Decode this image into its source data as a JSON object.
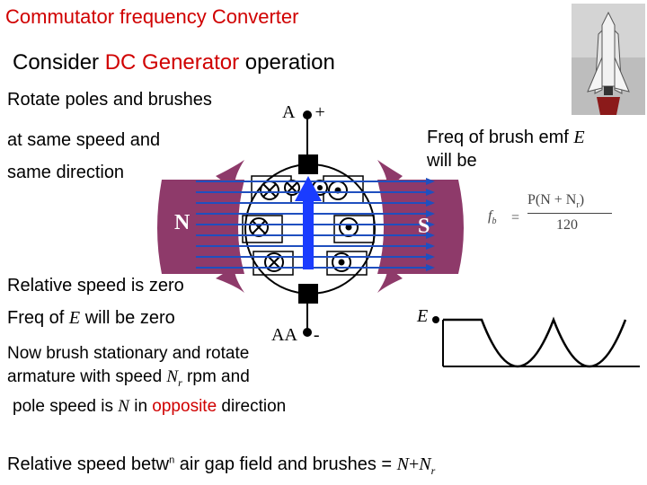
{
  "title": "Commutator frequency Converter",
  "subtitle": {
    "prefix": "Consider ",
    "highlight": "DC Generator",
    "suffix": " operation"
  },
  "left_text": {
    "line1": "Rotate poles and brushes",
    "line2": "at same speed and",
    "line3": "same direction"
  },
  "brush_labels": {
    "top_letter": "A",
    "top_sign": "+",
    "bottom_letters": "AA",
    "bottom_sign": "-"
  },
  "pole_labels": {
    "north": "N",
    "south": "S"
  },
  "freq_note": {
    "line1_prefix": "Freq of brush emf ",
    "line1_var": "E",
    "line2": "will be"
  },
  "formula": {
    "lhs": "f",
    "lhs_sub": "b",
    "numerator": "P(N + N",
    "num_sub": "r",
    "num_close": ")",
    "denominator": "120"
  },
  "relative_zero": {
    "line1": "Relative speed is zero",
    "line2_prefix": "Freq of ",
    "line2_var": "E",
    "line2_suffix": " will be zero"
  },
  "brush_stationary": {
    "line1": "Now brush stationary and rotate",
    "line2_prefix": "armature with speed  ",
    "line2_var": "N",
    "line2_sub": "r",
    "line2_suffix": " rpm and",
    "line3_prefix": "pole speed is ",
    "line3_var": "N",
    "line3_mid": " in ",
    "line3_highlight": "opposite",
    "line3_suffix": " direction"
  },
  "graph": {
    "y_label": "E"
  },
  "bottom_line": {
    "prefix": "Relative speed betw",
    "sup": "n",
    "middle": " air gap field and brushes = ",
    "var1": "N",
    "plus": "+",
    "var2": "N",
    "sub": "r"
  },
  "colors": {
    "pole": "#8e3a6a",
    "flux": "#1f4fbf",
    "arrow": "#1a3cff",
    "accent": "#d00000"
  },
  "icons": {
    "picture": "space-shuttle-image"
  }
}
